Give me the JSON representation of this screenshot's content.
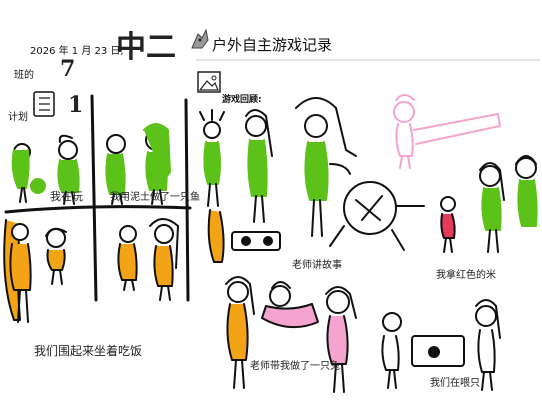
{
  "header": {
    "date": "2026 年 1 月 23 日,",
    "class_handwritten": "中二",
    "class_suffix": "班的",
    "class_number_handwritten": "7",
    "title": "户外自主游戏记录",
    "plan_label": "计划",
    "plan_handwritten": "1",
    "review_label": "游戏回顾:"
  },
  "captions": {
    "panel1": "我在玩",
    "panel2": "我用泥土做了一只鱼",
    "panel3": "我们围起来坐着吃饭",
    "teacher_talk": "老师讲故事",
    "red_rice": "我拿红色的米",
    "teacher_plate": "老师带我做了一只兔",
    "feeding": "我们在喂只"
  },
  "colors": {
    "green": "#5cc21a",
    "orange": "#f2a316",
    "pink": "#f5a3cf",
    "red": "#e53a5a",
    "ink": "#111111"
  },
  "icons": [
    "dragon-logo-icon",
    "checklist-icon",
    "picture-placeholder-icon"
  ]
}
